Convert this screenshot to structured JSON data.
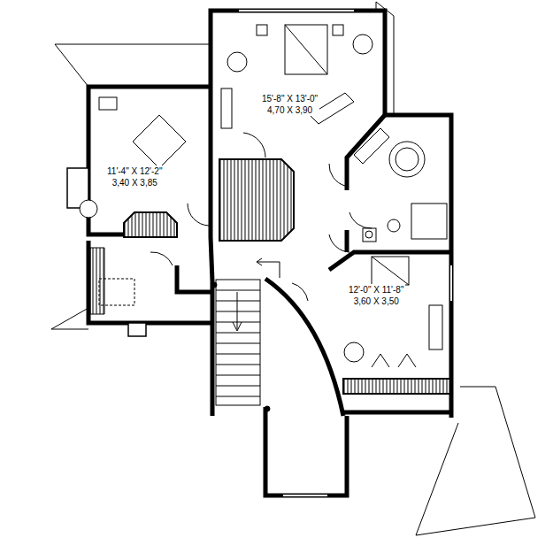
{
  "diagram": {
    "nodes": [
      {
        "text": [
          "15'-8\" X 13'-0\"",
          "4,70 X 3,90"
        ]
      },
      {
        "text": [
          "11'-4\" X 12'-2\"",
          "3,40 X 3,85"
        ]
      },
      {
        "text": [
          "12'-0\" X 11'-8\"",
          "3,60 X 3,50"
        ]
      }
    ]
  }
}
